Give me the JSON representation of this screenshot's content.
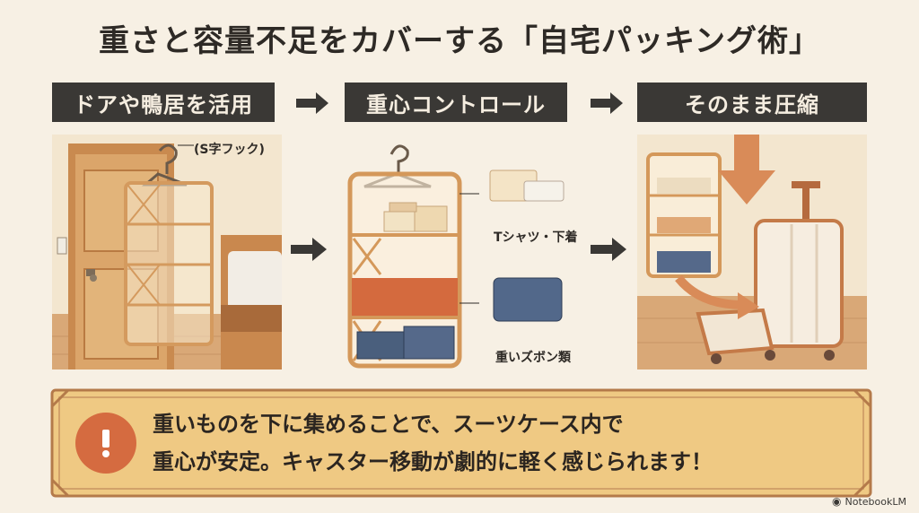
{
  "title": "重さと容量不足をカバーする「自宅パッキング術」",
  "steps": [
    {
      "label": "ドアや鴨居を活用"
    },
    {
      "label": "重心コントロール"
    },
    {
      "label": "そのまま圧縮"
    }
  ],
  "labels": {
    "hook": "(S字フック)",
    "tshirt": "Tシャツ・下着",
    "pants": "重いズボン類"
  },
  "notice": {
    "line1": "重いものを下に集めることで、スーツケース内で",
    "line2": "重心が安定。キャスター移動が劇的に軽く感じられます！",
    "icon": "exclamation-icon"
  },
  "watermark": "NotebookLM",
  "colors": {
    "background": "#f7f0e4",
    "step_bar": "#3a3835",
    "accent_orange": "#d98b58",
    "notice_bg": "#efc983"
  }
}
